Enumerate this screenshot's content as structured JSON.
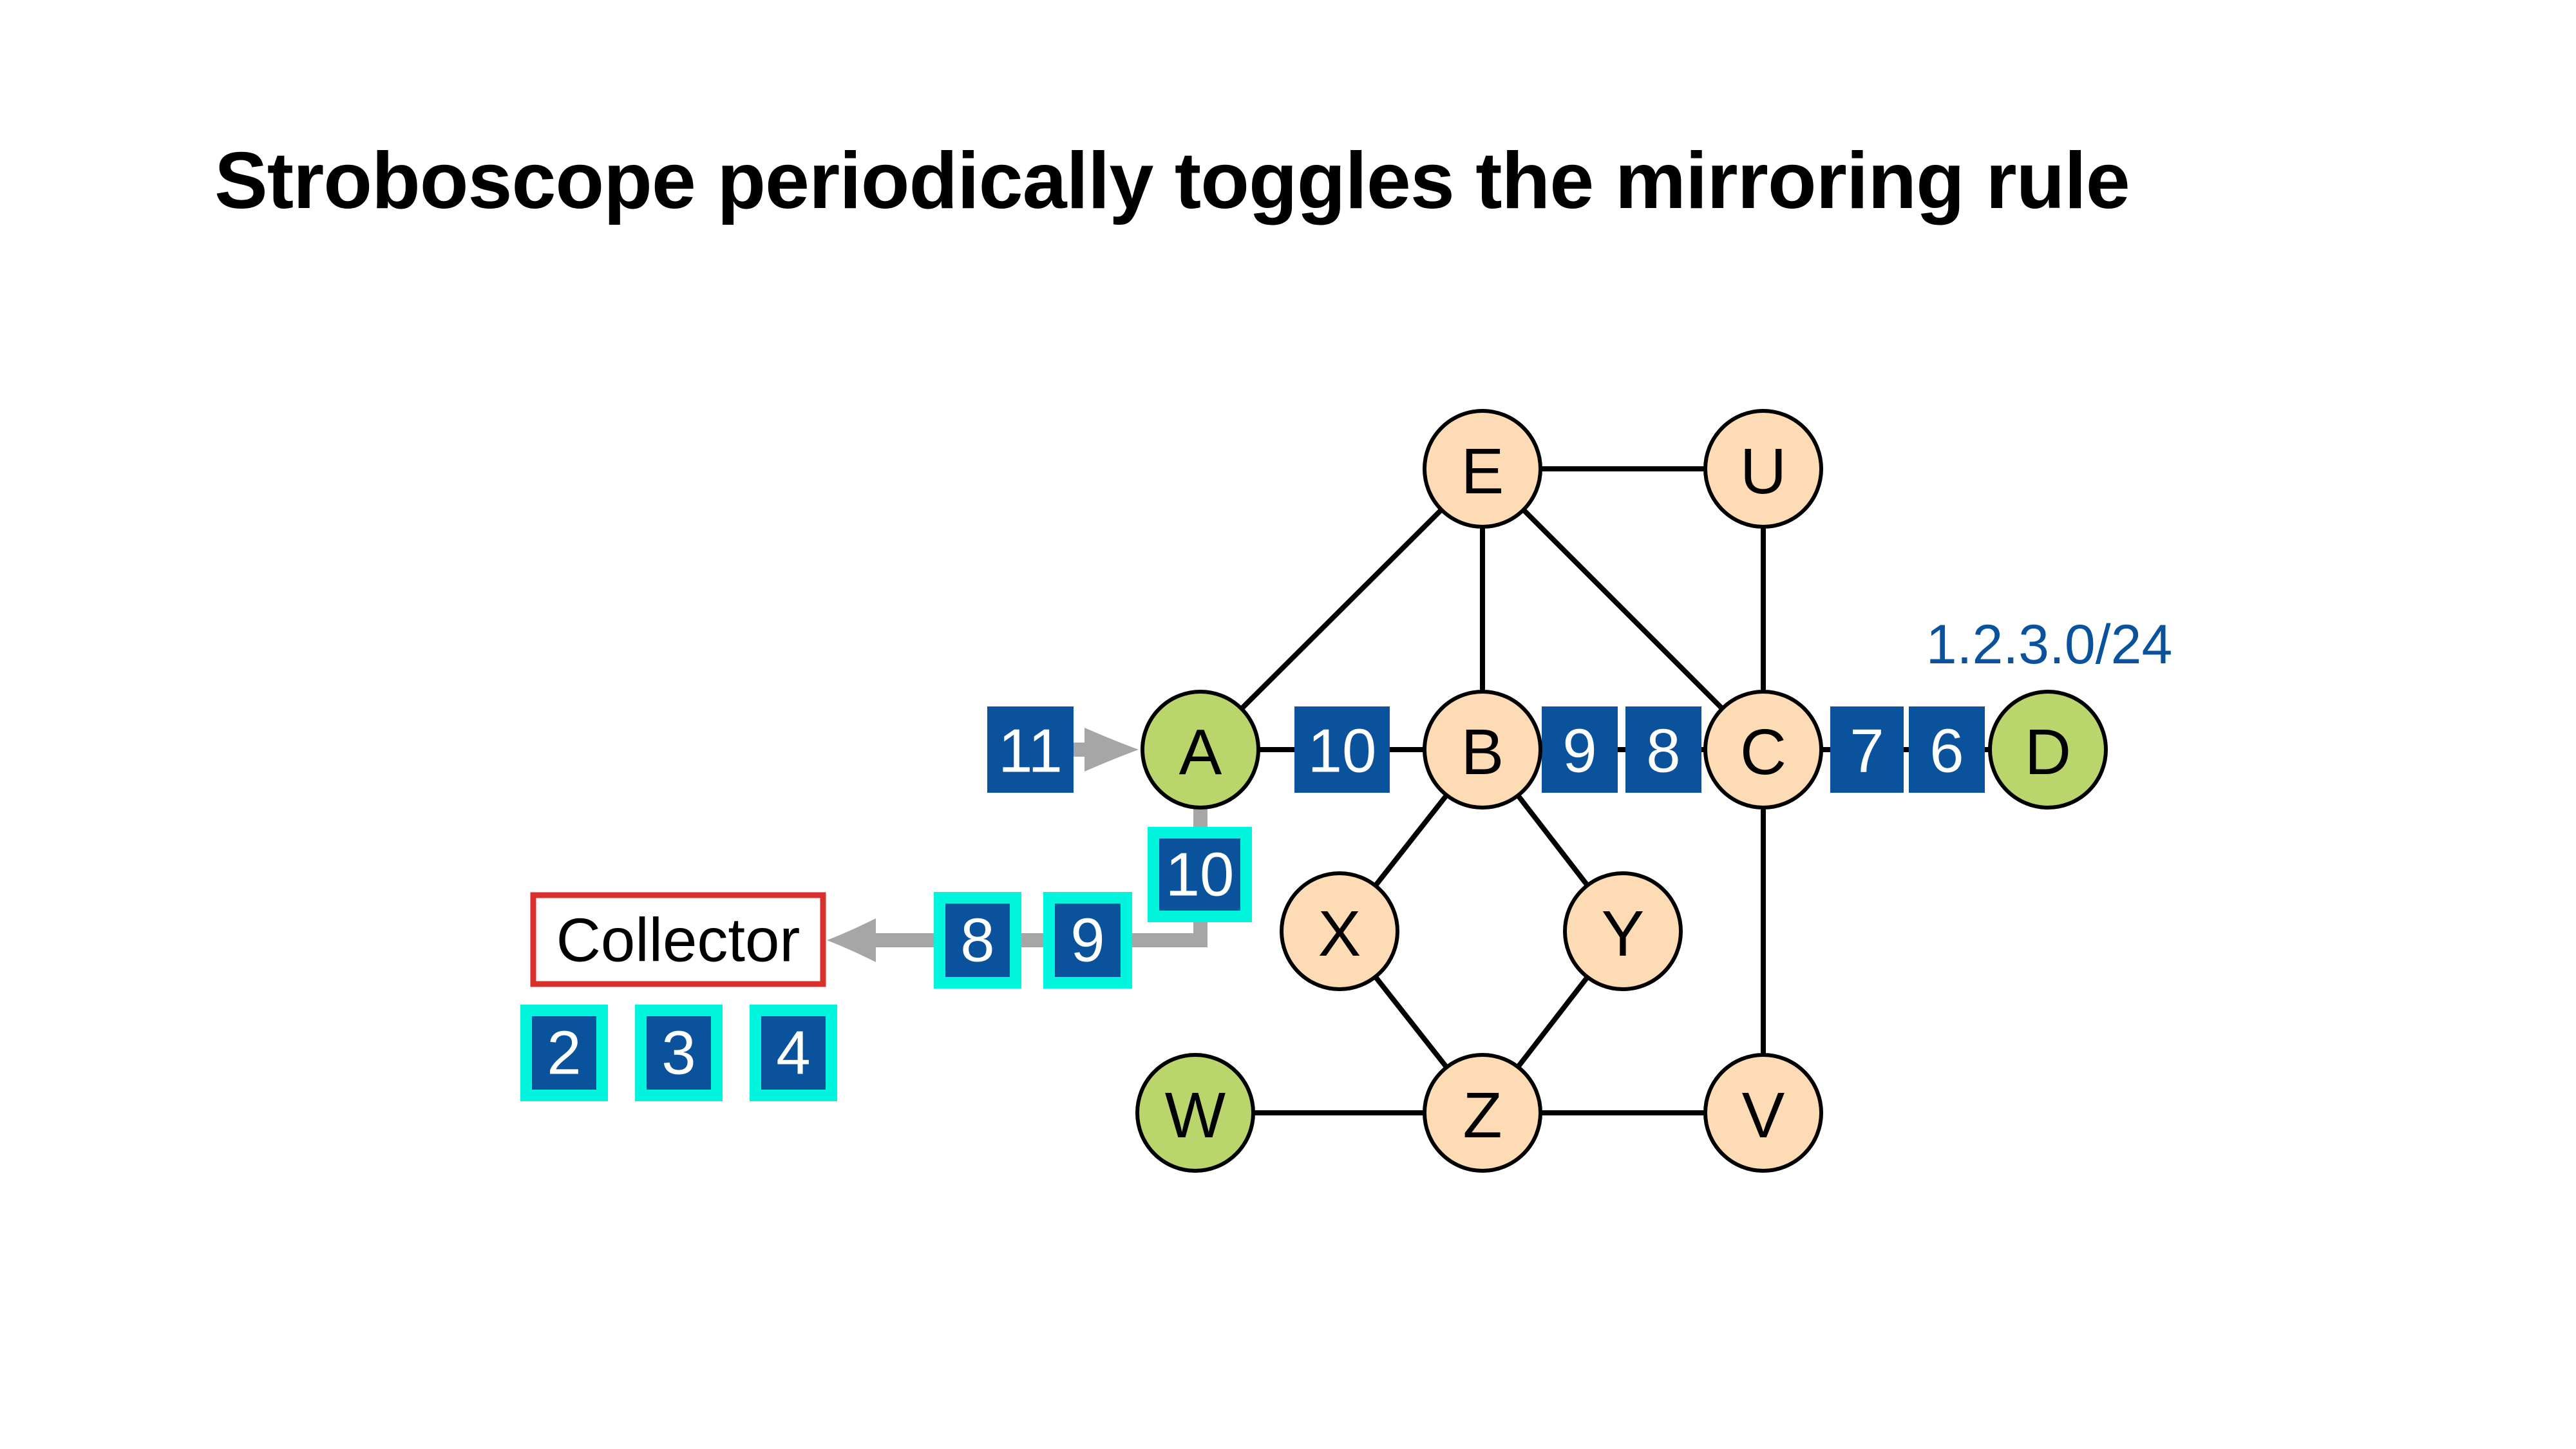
{
  "title": "Stroboscope periodically toggles the mirroring rule",
  "colors": {
    "router_fill": "#fddcb5",
    "edge_router_fill": "#b9d56b",
    "packet_fill": "#0b529c",
    "mirror_border": "#00f5dd",
    "collector_border": "#d9302c",
    "prefix_text": "#0b529c",
    "mirror_path": "#a6a6a6"
  },
  "prefix_label": "1.2.3.0/24",
  "collector_label": "Collector",
  "nodes": [
    {
      "id": "E",
      "label": "E",
      "kind": "router"
    },
    {
      "id": "U",
      "label": "U",
      "kind": "router"
    },
    {
      "id": "A",
      "label": "A",
      "kind": "edge"
    },
    {
      "id": "B",
      "label": "B",
      "kind": "router"
    },
    {
      "id": "C",
      "label": "C",
      "kind": "router"
    },
    {
      "id": "D",
      "label": "D",
      "kind": "edge"
    },
    {
      "id": "X",
      "label": "X",
      "kind": "router"
    },
    {
      "id": "Y",
      "label": "Y",
      "kind": "router"
    },
    {
      "id": "W",
      "label": "W",
      "kind": "edge"
    },
    {
      "id": "Z",
      "label": "Z",
      "kind": "router"
    },
    {
      "id": "V",
      "label": "V",
      "kind": "router"
    }
  ],
  "links": [
    [
      "E",
      "U"
    ],
    [
      "E",
      "A"
    ],
    [
      "E",
      "B"
    ],
    [
      "E",
      "C"
    ],
    [
      "U",
      "C"
    ],
    [
      "A",
      "B"
    ],
    [
      "B",
      "C"
    ],
    [
      "C",
      "D"
    ],
    [
      "B",
      "X"
    ],
    [
      "B",
      "Y"
    ],
    [
      "X",
      "Z"
    ],
    [
      "Y",
      "Z"
    ],
    [
      "W",
      "Z"
    ],
    [
      "Z",
      "V"
    ],
    [
      "C",
      "V"
    ]
  ],
  "packets_in_flight": [
    {
      "label": "11",
      "position": "before A"
    },
    {
      "label": "10",
      "position": "A-B"
    },
    {
      "label": "9",
      "position": "B-C"
    },
    {
      "label": "8",
      "position": "B-C"
    },
    {
      "label": "7",
      "position": "C-D"
    },
    {
      "label": "6",
      "position": "C-D"
    }
  ],
  "mirrored_packets": [
    {
      "label": "10",
      "position": "below A"
    },
    {
      "label": "8",
      "position": "toward collector"
    },
    {
      "label": "9",
      "position": "toward collector"
    }
  ],
  "collected_packets": [
    {
      "label": "2"
    },
    {
      "label": "3"
    },
    {
      "label": "4"
    }
  ]
}
